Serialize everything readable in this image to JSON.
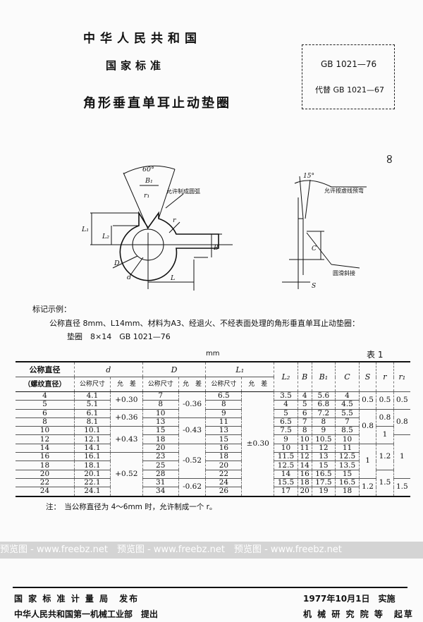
{
  "header": {
    "country": "中华人民共和国",
    "category": "国家标准",
    "title": "角形垂直单耳止动垫圈"
  },
  "standard": {
    "number": "GB 1021—76",
    "replaces": "代替 GB 1021—67"
  },
  "page_mark": "∞",
  "figure": {
    "angle": "60°",
    "B1": "B₁",
    "r1": "r₁",
    "note_arc": "允许制成圆弧",
    "r": "r",
    "L1": "L₁",
    "L2": "L₂",
    "B": "B",
    "D": "D",
    "d": "d",
    "L": "L",
    "angle2": "15°",
    "note_bend": "允许按虚线预弯",
    "C": "C",
    "note_chamfer": "圆滑斜接",
    "S": "S"
  },
  "marking": {
    "heading": "标记示例：",
    "text": "公称直径 8mm、L14mm、材料为A3、经退火、不经表面处理的角形垂直单耳止动垫圈：",
    "example": "垫圈　8×14　GB 1021—76"
  },
  "table": {
    "unit": "mm",
    "caption": "表 1",
    "headers": {
      "nominal": "公称直径",
      "thread": "（螺纹直径）",
      "d": "d",
      "D": "D",
      "L1": "L₁",
      "L2": "L₂",
      "B": "B",
      "B1": "B₁",
      "C": "C",
      "S": "S",
      "r": "r",
      "r1": "r₁",
      "nom_size": "公称尺寸",
      "tol": "允　差"
    },
    "rows": [
      [
        "4",
        "4.1",
        "7",
        "6.5",
        "3.5",
        "4",
        "5.6",
        "4"
      ],
      [
        "5",
        "5.1",
        "8",
        "8",
        "4",
        "5",
        "6.8",
        "4.5"
      ],
      [
        "6",
        "6.1",
        "10",
        "9",
        "5",
        "6",
        "7.2",
        "5.5"
      ],
      [
        "8",
        "8.1",
        "13",
        "11",
        "6.5",
        "7",
        "8",
        "7"
      ],
      [
        "10",
        "10.1",
        "15",
        "13",
        "7.5",
        "8",
        "9",
        "8.5"
      ],
      [
        "12",
        "12.1",
        "18",
        "15",
        "9",
        "10",
        "10.5",
        "10"
      ],
      [
        "14",
        "14.1",
        "20",
        "16",
        "10",
        "11",
        "12",
        "11"
      ],
      [
        "16",
        "16.1",
        "23",
        "18",
        "11.5",
        "12",
        "13",
        "12.5"
      ],
      [
        "18",
        "18.1",
        "25",
        "20",
        "12.5",
        "14",
        "15",
        "13.5"
      ],
      [
        "20",
        "20.1",
        "28",
        "22",
        "14",
        "16",
        "16.5",
        "15"
      ],
      [
        "22",
        "22.1",
        "31",
        "24",
        "15.5",
        "18",
        "17.5",
        "16.5"
      ],
      [
        "24",
        "24.1",
        "34",
        "26",
        "17",
        "20",
        "19",
        "18"
      ]
    ],
    "d_tol": [
      [
        "+0.30",
        2
      ],
      [
        "+0.36",
        2
      ],
      [
        "+0.43",
        3
      ],
      [
        "+0.52",
        5
      ]
    ],
    "D_tol": [
      [
        "-0.36",
        3
      ],
      [
        "-0.43",
        3
      ],
      [
        "-0.52",
        4
      ],
      [
        "-0.62",
        2
      ]
    ],
    "L1_tol": [
      [
        "±0.30",
        12
      ]
    ],
    "S": [
      [
        "0.5",
        2
      ],
      [
        "0.8",
        4
      ],
      [
        "1",
        4
      ],
      [
        "1.2",
        2
      ]
    ],
    "r": [
      [
        "0.5",
        2
      ],
      [
        "0.8",
        2
      ],
      [
        "1",
        2
      ],
      [
        "1.2",
        3
      ],
      [
        "1.5",
        3
      ]
    ],
    "r1": [
      [
        "0.5",
        2
      ],
      [
        "0.8",
        3
      ],
      [
        "1",
        5
      ],
      [
        "1.5",
        2
      ]
    ],
    "note": "注：　当公称直径为 4～6mm 时，允许制成一个 r。"
  },
  "watermark": "预览图 - www.freebz.net　预览图 - www.freebz.net　预览图 - www.freebz.net",
  "footer": {
    "issuer": "国 家 标 准 计 量 局　发布",
    "proposer": "中华人民共和国第一机械工业部　提出",
    "effective": "1977年10月1日　实施",
    "drafter": "机 械 研 究 院 等　起草"
  }
}
